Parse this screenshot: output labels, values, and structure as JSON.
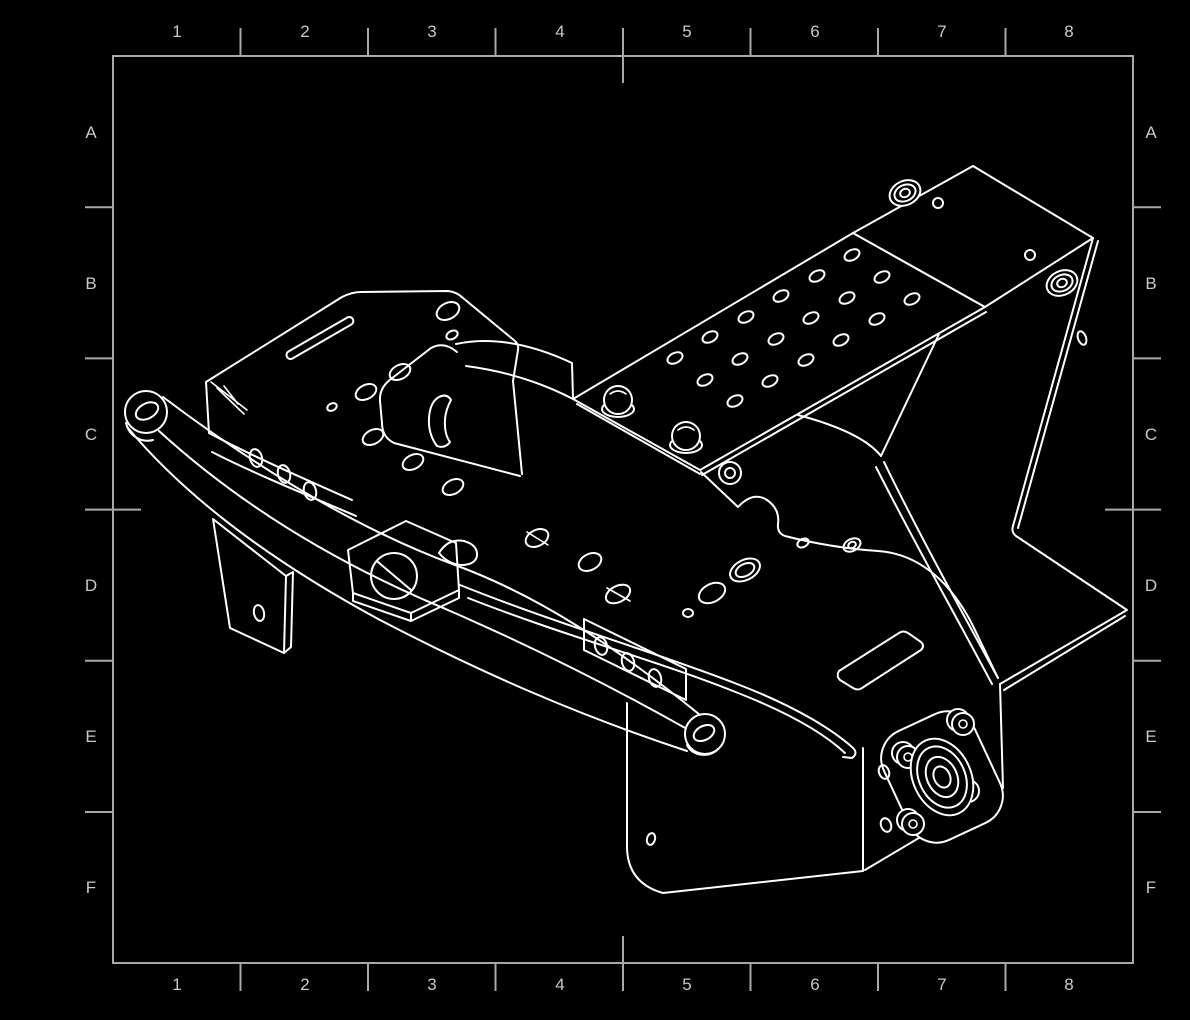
{
  "meta": {
    "app": "cad-drawing-view",
    "description": "Black-and-white isometric wireframe engineering drawing of a sheet-metal robot chassis assembly shown on a black drawing sheet with zone reference border"
  },
  "sheet": {
    "background_color": "#000000",
    "border_color": "#a9a9a9",
    "line_color": "#ffffff",
    "label_color": "#c9c9c9",
    "columns": [
      "1",
      "2",
      "3",
      "4",
      "5",
      "6",
      "7",
      "8"
    ],
    "rows": [
      "A",
      "B",
      "C",
      "D",
      "E",
      "F"
    ]
  },
  "drawing": {
    "name": "chassis-assembly-isometric-view",
    "visible_features": [
      "main-platform-plate-with-holes-and-slot",
      "top-deck-plate-with-hole-grid-and-dome-screws",
      "rear-flange-with-rubber-mounts",
      "right-wing-plate",
      "support-pylon",
      "front-bumper-arm-with-end-holes",
      "hex-bracket-with-slotted-screw",
      "hanging-side-bracket",
      "three-hole-bracket",
      "lower-front-panel",
      "bearing-hub-with-four-bolt-bosses",
      "rectangular-slot-cutout"
    ]
  }
}
